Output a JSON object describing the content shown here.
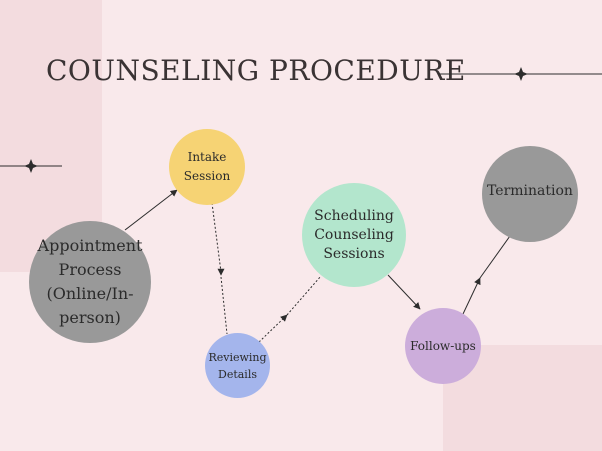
{
  "title": "COUNSELING PROCEDURE",
  "colors": {
    "background": "#f9e9eb",
    "accent_block": "#f3dcdf",
    "gray": "#999999",
    "yellow": "#f6d374",
    "green": "#b3e6cd",
    "blue": "#a4b5ec",
    "purple": "#ccaddb",
    "line": "#2d2d2d"
  },
  "nodes": {
    "appointment": "Appointment Process (Online/In-person)",
    "intake": "Intake Session",
    "reviewing": "Reviewing Details",
    "scheduling": "Scheduling Counseling Sessions",
    "followups": "Follow-ups",
    "termination": "Termination"
  },
  "decorations": [
    "sparkle-icon",
    "sparkle-icon"
  ]
}
